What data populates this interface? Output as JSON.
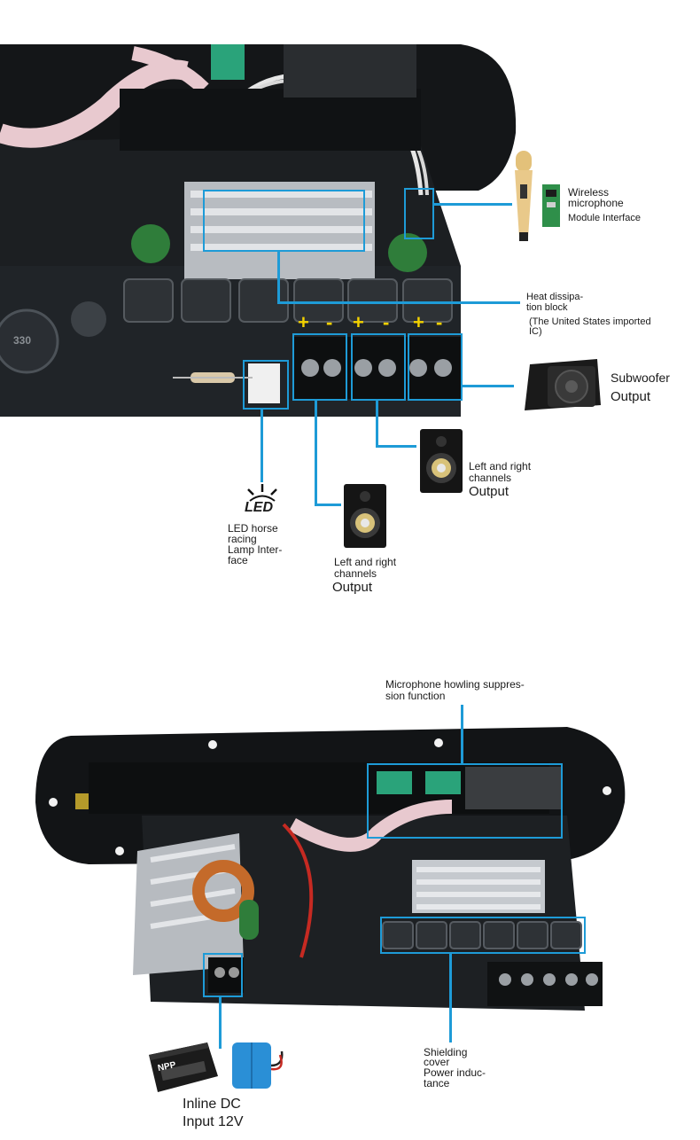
{
  "top_board": {
    "wireless_mic": [
      "Wireless",
      "microphone",
      "Module Interface"
    ],
    "heat_block": [
      "Heat dissipa-",
      "tion block"
    ],
    "heat_note": [
      "(The United States imported",
      "IC)"
    ],
    "subwoofer": [
      "Subwoofer",
      "Output"
    ],
    "lr_channels_1": [
      "Left and right",
      "channels",
      "Output"
    ],
    "lr_channels_2": [
      "Left and right",
      "channels",
      "Output"
    ],
    "led_icon_text": "LED",
    "led_interface": [
      "LED horse",
      "racing",
      "Lamp Inter-",
      "face"
    ],
    "polarity": [
      "+",
      "-",
      "+",
      "-",
      "+",
      "-"
    ],
    "resistor_code": "330"
  },
  "bottom_board": {
    "mic_howling": [
      "Microphone howling suppres-",
      "sion function"
    ],
    "shielding": [
      "Shielding",
      "cover",
      "Power induc-",
      "tance"
    ],
    "dc_input": [
      "Inline DC",
      "Input 12V"
    ],
    "battery_brand": "NPP"
  },
  "colors": {
    "highlight": "#1e9bd7",
    "polarity": "#f2d100",
    "board": "#1c1f22",
    "heatsink": "#c9ccd0"
  }
}
